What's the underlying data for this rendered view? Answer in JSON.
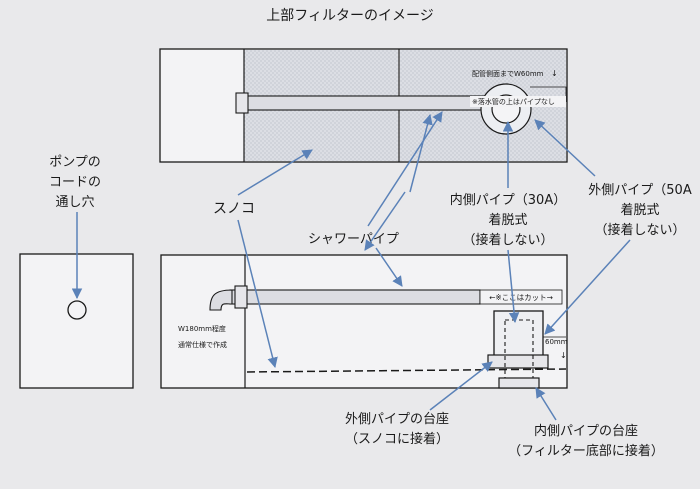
{
  "title": "上部フィルターのイメージ",
  "pump_cord_hole": [
    "ポンプの",
    "コードの",
    "通し穴"
  ],
  "sunoko_label": "スノコ",
  "shower_pipe_label": "シャワーパイプ",
  "inner_pipe_label": [
    "内側パイプ（30A）",
    "着脱式",
    "（接着しない）"
  ],
  "outer_pipe_label": [
    "外側パイプ（50A",
    "着脱式",
    "（接着しない）"
  ],
  "outer_base_label": [
    "外側パイプの台座",
    "（スノコに接着）"
  ],
  "inner_base_label": [
    "内側パイプの台座",
    "（フィルター底部に接着）"
  ],
  "top_note_w60": "配管側面までW60mm",
  "top_note_arrow": "↓",
  "top_note_no_pipe": "※落水管の上はパイプなし",
  "cut_note": "←※ここはカット→",
  "dim_60mm": "60mm",
  "dim_arrow": "↓",
  "spec_lines": [
    "W180mm程度",
    "通常仕様で作成"
  ],
  "colors": {
    "background": "#e9e9eb",
    "line": "#1a1a1a",
    "arrow": "#5b82b8",
    "hatch": "#c9cdd6"
  }
}
